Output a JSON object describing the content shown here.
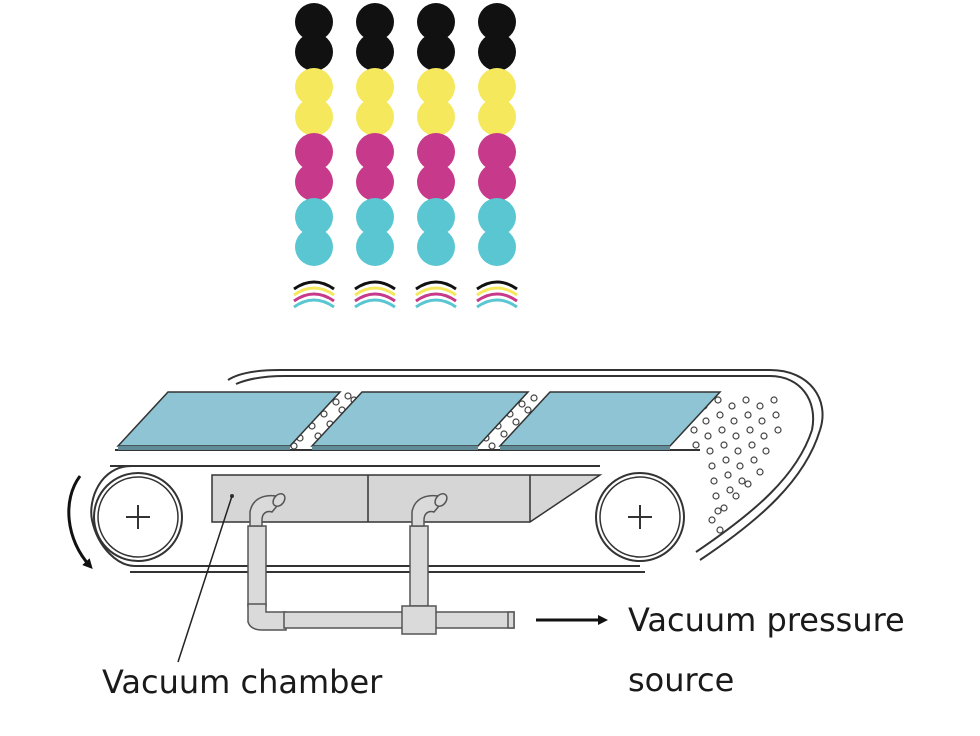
{
  "labels": {
    "vacuum_chamber": "Vacuum chamber",
    "vacuum_source_line1": "Vacuum pressure",
    "vacuum_source_line2": "source"
  },
  "ink_columns": 4,
  "ink_colors": {
    "black": "#111111",
    "yellow": "#f6e85c",
    "magenta": "#c7398a",
    "cyan": "#59c6d2"
  },
  "colors": {
    "sheet_fill": "#8ec4d3",
    "chamber_fill": "#d0d0d0",
    "belt_stroke": "#333333",
    "pipe_fill": "#dadada"
  },
  "icons": {
    "rotation_arrow": "curved-arrow-icon",
    "roller_center": "plus-icon",
    "flow_arrow": "right-arrow-icon"
  }
}
